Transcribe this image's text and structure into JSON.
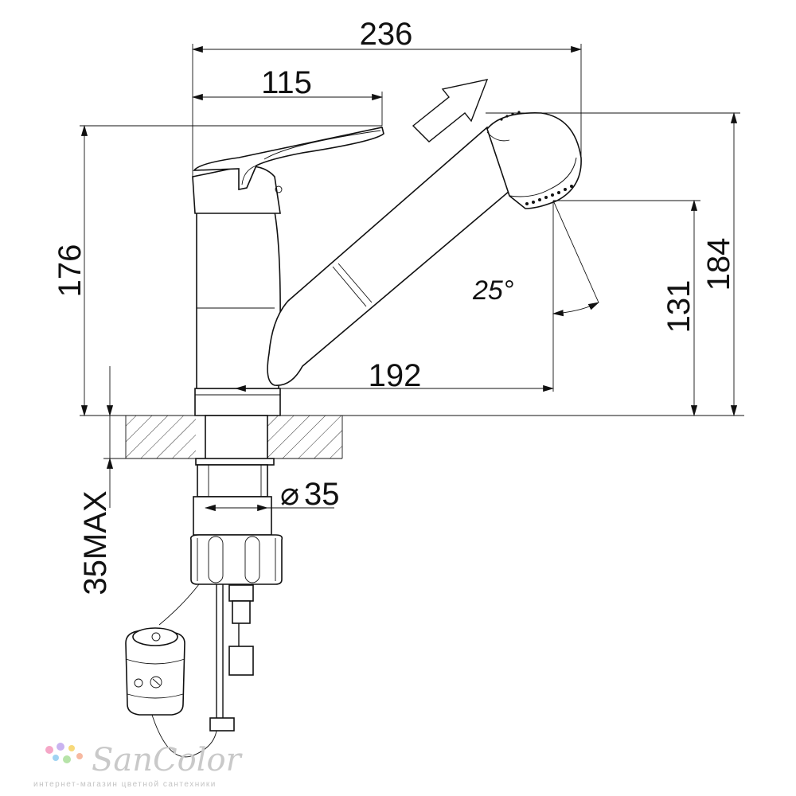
{
  "dimensions": {
    "total_width": "236",
    "lever_width": "115",
    "spout_reach": "192",
    "height_lever": "176",
    "height_total": "184",
    "height_spout": "131",
    "angle": "25°",
    "diameter_symbol": "⌀",
    "diameter": "35",
    "counter_max": "35MAX"
  },
  "watermark": {
    "name": "SanColor",
    "tagline": "интернет-магазин цветной сантехники"
  },
  "colors": {
    "line": "#111111",
    "hatch": "#333333",
    "watermark": "#c9c9c9",
    "dots": [
      "#f5a7c7",
      "#c9b3f0",
      "#f7d97a",
      "#9fd3f2",
      "#b6e3a8",
      "#f7b9a1"
    ]
  },
  "icons": {
    "direction_arrow": "pull-out-arrow-icon",
    "diameter": "diameter-icon",
    "watermark_dots": "color-dots-icon"
  }
}
